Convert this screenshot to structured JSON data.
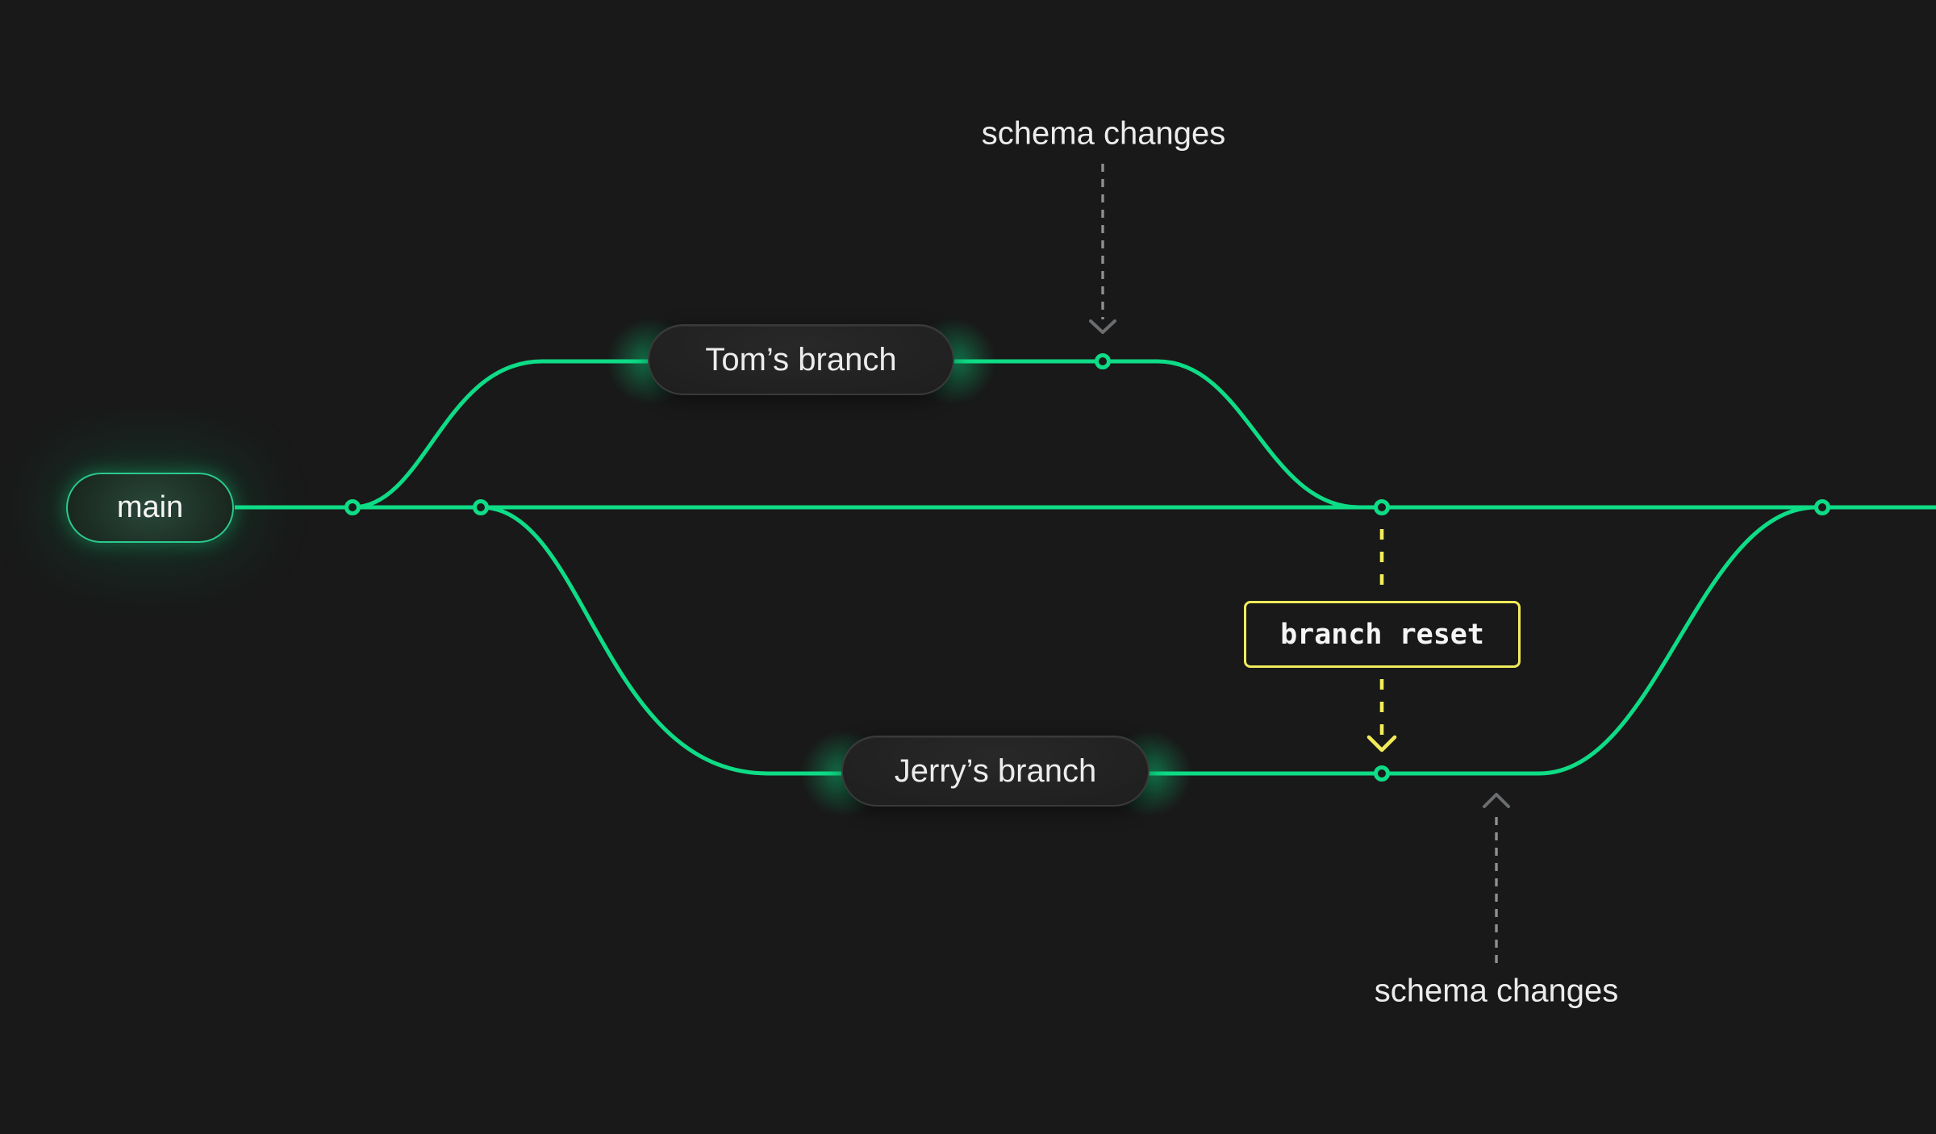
{
  "colors": {
    "background": "#191919",
    "branch_green": "#0edc86",
    "reset_yellow": "#f2eb5a",
    "dash_gray": "#8d8f91",
    "arrowhead_gray": "#6b6e70",
    "label_text": "#ececec",
    "pill_border": "#3a3a3a",
    "main_border": "#2bc98e"
  },
  "branches": {
    "main": {
      "label": "main"
    },
    "tom": {
      "label": "Tom’s branch"
    },
    "jerry": {
      "label": "Jerry’s branch"
    }
  },
  "annotations": {
    "schema_changes_top": {
      "text": "schema changes"
    },
    "branch_reset": {
      "text": "branch reset"
    },
    "schema_changes_bottom": {
      "text": "schema changes"
    }
  }
}
